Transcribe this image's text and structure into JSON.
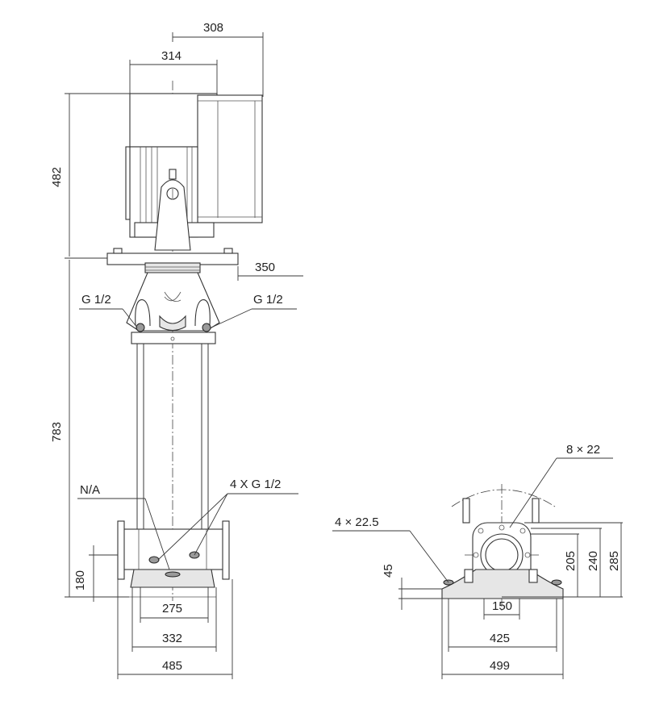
{
  "front_view": {
    "dim_motor_offset": "308",
    "dim_motor_width": "314",
    "dim_motor_height": "482",
    "dim_base_height": "783",
    "dim_flange_width": "350",
    "dim_port_height": "180",
    "dim_base_inner": "275",
    "dim_base_mid": "332",
    "dim_base_outer": "485",
    "label_vent_left": "G 1/2",
    "label_vent_right": "G 1/2",
    "label_na": "N/A",
    "label_drain": "4 X G 1/2"
  },
  "side_view": {
    "label_bolts_top": "8 × 22",
    "label_holes": "4 × 22.5",
    "dim_foot_height": "45",
    "dim_205": "205",
    "dim_240": "240",
    "dim_285": "285",
    "dim_150": "150",
    "dim_425": "425",
    "dim_499": "499"
  }
}
